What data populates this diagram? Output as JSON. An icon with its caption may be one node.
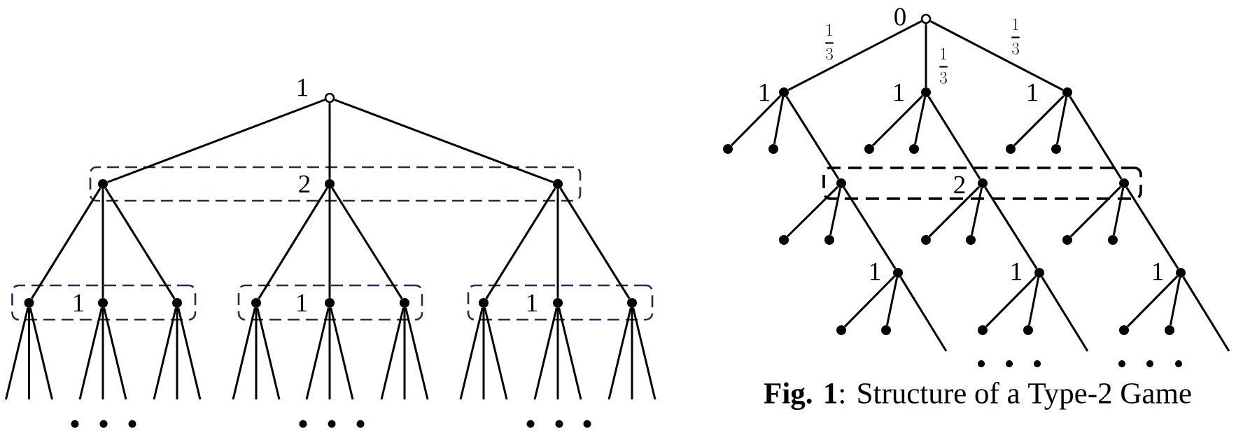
{
  "diagram": {
    "caption": "**Fig. 1**: Structure of a Type-2 Game",
    "nodes": [
      {
        "text": [],
        "shape": "circle",
        "beside": [
          "1"
        ]
      },
      {
        "text": [
          "2"
        ]
      },
      {
        "text": [],
        "shape": "dot",
        "in": 1
      },
      {
        "text": [],
        "shape": "dot",
        "in": 1
      },
      {
        "text": [],
        "shape": "dot",
        "in": 1
      },
      {
        "text": [
          "1"
        ]
      },
      {
        "text": [],
        "shape": "dot",
        "in": 5
      },
      {
        "text": [],
        "shape": "dot",
        "in": 5
      },
      {
        "text": [],
        "shape": "dot",
        "in": 5
      },
      {
        "text": [
          "1"
        ]
      },
      {
        "text": [],
        "shape": "dot",
        "in": 9
      },
      {
        "text": [],
        "shape": "dot",
        "in": 9
      },
      {
        "text": [],
        "shape": "dot",
        "in": 9
      },
      {
        "text": [
          "1"
        ]
      },
      {
        "text": [],
        "shape": "dot",
        "in": 13
      },
      {
        "text": [],
        "shape": "dot",
        "in": 13
      },
      {
        "text": [],
        "shape": "dot",
        "in": 13
      },
      {
        "text": [],
        "shape": "circle",
        "beside": [
          "0"
        ]
      },
      {
        "text": [],
        "shape": "dot",
        "beside": [
          "1"
        ]
      },
      {
        "text": [],
        "shape": "dot",
        "beside": [
          "1"
        ]
      },
      {
        "text": [],
        "shape": "dot",
        "beside": [
          "1"
        ]
      },
      {
        "text": [],
        "shape": "dot"
      },
      {
        "text": [],
        "shape": "dot"
      },
      {
        "text": [],
        "shape": "dot"
      },
      {
        "text": [],
        "shape": "dot"
      },
      {
        "text": [],
        "shape": "dot"
      },
      {
        "text": [],
        "shape": "dot"
      },
      {
        "text": [
          "2"
        ]
      },
      {
        "text": [],
        "shape": "dot",
        "in": 27
      },
      {
        "text": [],
        "shape": "dot",
        "in": 27
      },
      {
        "text": [],
        "shape": "dot",
        "in": 27
      },
      {
        "text": [],
        "shape": "dot"
      },
      {
        "text": [],
        "shape": "dot"
      },
      {
        "text": [],
        "shape": "dot"
      },
      {
        "text": [],
        "shape": "dot"
      },
      {
        "text": [],
        "shape": "dot"
      },
      {
        "text": [],
        "shape": "dot"
      },
      {
        "text": [],
        "shape": "dot",
        "beside": [
          "1"
        ]
      },
      {
        "text": [],
        "shape": "dot",
        "beside": [
          "1"
        ]
      },
      {
        "text": [],
        "shape": "dot",
        "beside": [
          "1"
        ]
      },
      {
        "text": [],
        "shape": "dot"
      },
      {
        "text": [],
        "shape": "dot"
      },
      {
        "text": [],
        "shape": "dot"
      },
      {
        "text": [],
        "shape": "dot"
      },
      {
        "text": [],
        "shape": "dot"
      },
      {
        "text": [],
        "shape": "dot"
      }
    ],
    "edges": [
      {
        "from": 0,
        "to": 2,
        "arrow": "none"
      },
      {
        "from": 0,
        "to": 3,
        "arrow": "none"
      },
      {
        "from": 0,
        "to": 4,
        "arrow": "none"
      },
      {
        "from": 2,
        "to": 6,
        "arrow": "none"
      },
      {
        "from": 2,
        "to": 7,
        "arrow": "none"
      },
      {
        "from": 2,
        "to": 8,
        "arrow": "none"
      },
      {
        "from": 3,
        "to": 10,
        "arrow": "none"
      },
      {
        "from": 3,
        "to": 11,
        "arrow": "none"
      },
      {
        "from": 3,
        "to": 12,
        "arrow": "none"
      },
      {
        "from": 4,
        "to": 14,
        "arrow": "none"
      },
      {
        "from": 4,
        "to": 15,
        "arrow": "none"
      },
      {
        "from": 4,
        "to": 16,
        "arrow": "none"
      },
      {
        "from": 6,
        "to": null,
        "arrow": "none"
      },
      {
        "from": 6,
        "to": null,
        "arrow": "none"
      },
      {
        "from": 6,
        "to": null,
        "arrow": "none"
      },
      {
        "from": 7,
        "to": null,
        "arrow": "none"
      },
      {
        "from": 7,
        "to": null,
        "arrow": "none"
      },
      {
        "from": 7,
        "to": null,
        "arrow": "none"
      },
      {
        "from": 8,
        "to": null,
        "arrow": "none"
      },
      {
        "from": 8,
        "to": null,
        "arrow": "none"
      },
      {
        "from": 8,
        "to": null,
        "arrow": "none"
      },
      {
        "from": 10,
        "to": null,
        "arrow": "none"
      },
      {
        "from": 10,
        "to": null,
        "arrow": "none"
      },
      {
        "from": 10,
        "to": null,
        "arrow": "none"
      },
      {
        "from": 11,
        "to": null,
        "arrow": "none"
      },
      {
        "from": 11,
        "to": null,
        "arrow": "none"
      },
      {
        "from": 11,
        "to": null,
        "arrow": "none"
      },
      {
        "from": 12,
        "to": null,
        "arrow": "none"
      },
      {
        "from": 12,
        "to": null,
        "arrow": "none"
      },
      {
        "from": 12,
        "to": null,
        "arrow": "none"
      },
      {
        "from": 14,
        "to": null,
        "arrow": "none"
      },
      {
        "from": 14,
        "to": null,
        "arrow": "none"
      },
      {
        "from": 14,
        "to": null,
        "arrow": "none"
      },
      {
        "from": 15,
        "to": null,
        "arrow": "none"
      },
      {
        "from": 15,
        "to": null,
        "arrow": "none"
      },
      {
        "from": 15,
        "to": null,
        "arrow": "none"
      },
      {
        "from": 16,
        "to": null,
        "arrow": "none"
      },
      {
        "from": 16,
        "to": null,
        "arrow": "none"
      },
      {
        "from": 16,
        "to": null,
        "arrow": "none"
      },
      {
        "from": 17,
        "to": 18,
        "label": "\\frac{1}{3}",
        "arrow": "none"
      },
      {
        "from": 17,
        "to": 19,
        "label": "\\frac{1}{3}",
        "arrow": "none"
      },
      {
        "from": 17,
        "to": 20,
        "label": "\\frac{1}{3}",
        "arrow": "none"
      },
      {
        "from": 18,
        "to": 21,
        "arrow": "none"
      },
      {
        "from": 18,
        "to": 22,
        "arrow": "none"
      },
      {
        "from": 18,
        "to": 28,
        "arrow": "none"
      },
      {
        "from": 19,
        "to": 23,
        "arrow": "none"
      },
      {
        "from": 19,
        "to": 24,
        "arrow": "none"
      },
      {
        "from": 19,
        "to": 29,
        "arrow": "none"
      },
      {
        "from": 20,
        "to": 25,
        "arrow": "none"
      },
      {
        "from": 20,
        "to": 26,
        "arrow": "none"
      },
      {
        "from": 20,
        "to": 30,
        "arrow": "none"
      },
      {
        "from": 28,
        "to": 31,
        "arrow": "none"
      },
      {
        "from": 28,
        "to": 32,
        "arrow": "none"
      },
      {
        "from": 28,
        "to": 37,
        "arrow": "none"
      },
      {
        "from": 29,
        "to": 33,
        "arrow": "none"
      },
      {
        "from": 29,
        "to": 34,
        "arrow": "none"
      },
      {
        "from": 29,
        "to": 38,
        "arrow": "none"
      },
      {
        "from": 30,
        "to": 35,
        "arrow": "none"
      },
      {
        "from": 30,
        "to": 36,
        "arrow": "none"
      },
      {
        "from": 30,
        "to": 39,
        "arrow": "none"
      },
      {
        "from": 37,
        "to": 40,
        "arrow": "none"
      },
      {
        "from": 37,
        "to": 41,
        "arrow": "none"
      },
      {
        "from": 37,
        "to": null,
        "arrow": "none"
      },
      {
        "from": 38,
        "to": 42,
        "arrow": "none"
      },
      {
        "from": 38,
        "to": 43,
        "arrow": "none"
      },
      {
        "from": 38,
        "to": null,
        "arrow": "none"
      },
      {
        "from": 39,
        "to": 44,
        "arrow": "none"
      },
      {
        "from": 39,
        "to": 45,
        "arrow": "none"
      },
      {
        "from": 39,
        "to": null,
        "arrow": "none"
      }
    ]
  }
}
